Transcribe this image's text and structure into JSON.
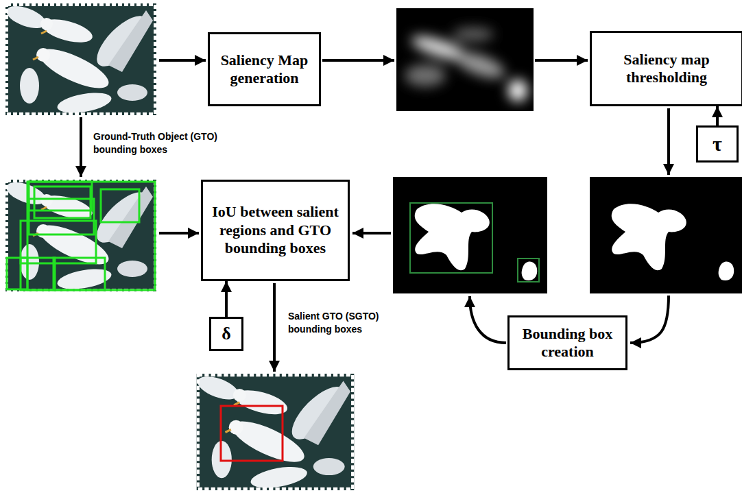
{
  "diagram": {
    "nodes": [
      {
        "text": [
          "Saliency Map generation"
        ]
      },
      {
        "text": [
          "Saliency map thresholding"
        ]
      },
      {
        "text": [
          "τ"
        ]
      },
      {
        "text": [
          "IoU between salient regions and GTO bounding boxes"
        ]
      },
      {
        "text": [
          "δ"
        ]
      },
      {
        "text": [
          "Bounding box creation"
        ]
      }
    ],
    "edges": [
      {
        "from": 2,
        "to": 1,
        "arrow": "to"
      },
      {
        "from": 4,
        "to": 3,
        "arrow": "to"
      }
    ],
    "labels": [
      "Ground-Truth Object (GTO) bounding boxes",
      "Salient GTO (SGTO) bounding boxes"
    ]
  }
}
